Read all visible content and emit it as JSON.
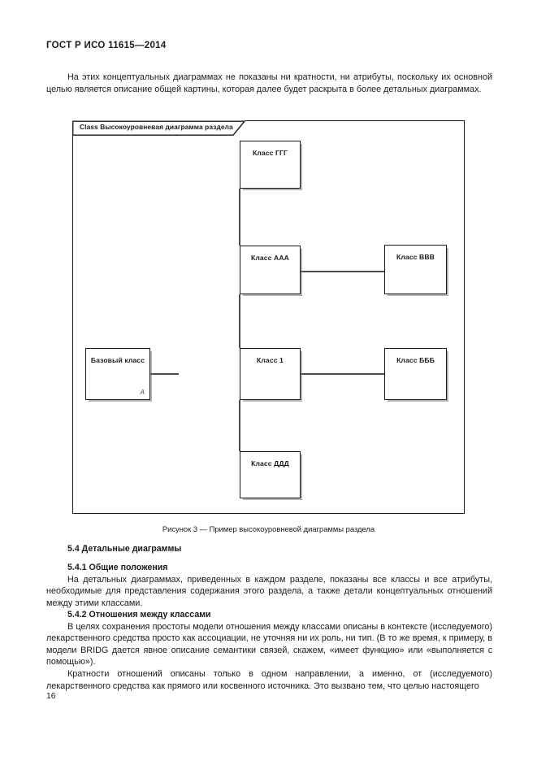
{
  "header": {
    "standard_ref": "ГОСТ Р ИСО 11615—2014"
  },
  "intro": {
    "paragraph": "На этих концептуальных диаграммах не показаны ни кратности, ни атрибуты, поскольку их основной целью является описание общей картины, которая далее будет раскрыта в более детальных диаграммах."
  },
  "figure": {
    "frame_label": "Class Высокоуровневая диаграмма раздела",
    "caption": "Рисунок 3 — Пример высокоуровневой диаграммы раздела",
    "boxes": [
      {
        "id": "ggg",
        "label": "Класс ГГГ"
      },
      {
        "id": "aaa",
        "label": "Класс ААА"
      },
      {
        "id": "bbb",
        "label": "Класс ВВВ"
      },
      {
        "id": "base",
        "label": "Базовый класс",
        "marker": "A"
      },
      {
        "id": "one",
        "label": "Класс 1"
      },
      {
        "id": "bbbb",
        "label": "Класс БББ"
      },
      {
        "id": "ddd",
        "label": "Класс ДДД"
      }
    ]
  },
  "sections": [
    {
      "number_title": "5.4 Детальные диаграммы"
    },
    {
      "number_title": "5.4.1 Общие положения",
      "body": "На детальных диаграммах, приведенных в каждом разделе, показаны все классы и все атрибуты, необходимые для представления содержания этого раздела, а также детали концептуальных отношений между этими классами."
    },
    {
      "number_title": "5.4.2 Отношения между классами",
      "body": "В целях сохранения простоты модели отношения между классами описаны в контексте (исследуемого) лекарственного средства просто как ассоциации, не уточняя ни их роль, ни тип. (В то же время, к примеру, в модели BRIDG дается явное описание семантики связей, скажем, «имеет функцию» или «выполняется с помощью»)."
    }
  ],
  "closing_paragraph": "Кратности отношений описаны только в одном направлении, а именно, от (исследуемого) лекарственного средства как прямого или косвенного источника. Это вызвано тем, что целью настоящего",
  "footer": {
    "page_number": "16"
  },
  "colors": {
    "text": "#1b1b1b",
    "line": "#4c4c4c",
    "box_border": "#1a1a1a",
    "shadow": "#787878"
  }
}
